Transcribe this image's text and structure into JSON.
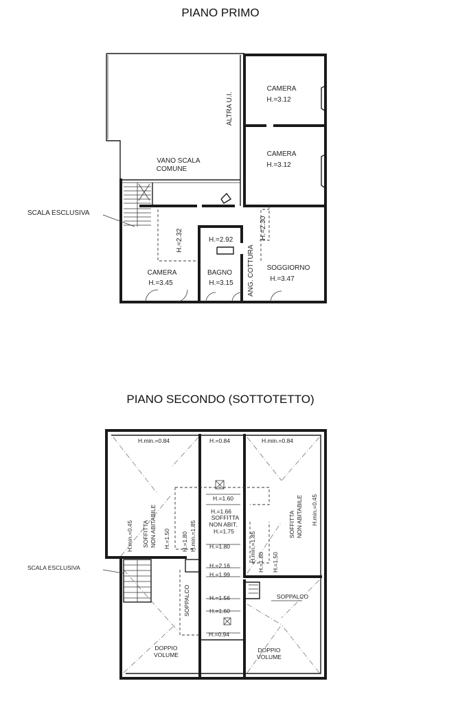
{
  "first_floor": {
    "title": "PIANO PRIMO",
    "camera_top_1": "CAMERA",
    "camera_top_1_h": "H.=3.12",
    "camera_top_2": "CAMERA",
    "camera_top_2_h": "H.=3.12",
    "altra_ui": "ALTRA U.I.",
    "vano_scala_1": "VANO SCALA",
    "vano_scala_2": "COMUNE",
    "scala_esclusiva": "SCALA ESCLUSIVA",
    "h_232": "H.=2.32",
    "h_292": "H.=2.92",
    "h_230": "H.=2.30",
    "camera": "CAMERA",
    "camera_h": "H.=3.45",
    "bagno": "BAGNO",
    "bagno_h": "H.=3.15",
    "ang_cottura": "ANG. COTTURA",
    "soggiorno": "SOGGIORNO",
    "soggiorno_h": "H.=3.47"
  },
  "second_floor": {
    "title": "PIANO SECONDO (SOTTOTETTO)",
    "scala_esclusiva": "SCALA ESCLUSIVA",
    "hmin_left": "H.min.=0.84",
    "h_center_top": "H.=0.84",
    "hmin_right": "H.min.=0.84",
    "h_160_a": "H.=1.60",
    "h_166": "H.=1.66",
    "soffitta_center_1": "SOFFITTA",
    "soffitta_center_2": "NON ABIT.",
    "h_175": "H.=1.75",
    "h_180_center": "H.=1.80",
    "hmin_045_left": "H.min.=0.45",
    "soffitta_left_1": "SOFFITTA",
    "soffitta_left_2": "NON ABITABILE",
    "h_150_left": "H.=1.50",
    "h_180_left": "H.=1.80",
    "hmin_185_left": "H.min.=1.85",
    "soffitta_right_1": "SOFFITTA",
    "soffitta_right_2": "NON ABITABILE",
    "hmin_045_right": "H.min.=0.45",
    "hmin_185_right": "H.min.=1.85",
    "h_180_right": "H.=1.80",
    "h_150_right": "H.=1.50",
    "h_216": "H.=2.16",
    "h_199": "H.=1.99",
    "h_156": "H.=1.56",
    "h_160_b": "H.=1.60",
    "h_094": "H.=0.94",
    "soppalco_left": "SOPPALCO",
    "soppalco_right": "SOPPALCO",
    "doppio_left_1": "DOPPIO",
    "doppio_left_2": "VOLUME",
    "doppio_right_1": "DOPPIO",
    "doppio_right_2": "VOLUME"
  }
}
